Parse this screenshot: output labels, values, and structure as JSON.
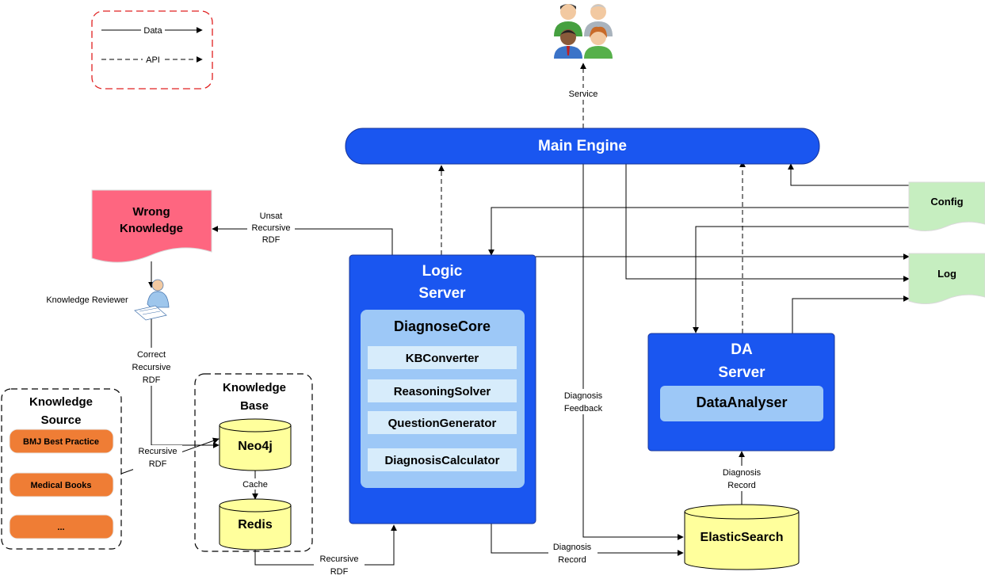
{
  "legend": {
    "data": "Data",
    "api": "API"
  },
  "users_icon": "users-group-icon",
  "service_label": "Service",
  "main_engine": "Main Engine",
  "wrong_knowledge": {
    "line1": "Wrong",
    "line2": "Knowledge"
  },
  "unsat_label": {
    "line1": "Unsat",
    "line2": "Recursive",
    "line3": "RDF"
  },
  "reviewer_label": "Knowledge Reviewer",
  "reviewer_icon": "reviewer-icon",
  "correct_label": {
    "line1": "Correct",
    "line2": "Recursive",
    "line3": "RDF"
  },
  "logic_server": {
    "title1": "Logic",
    "title2": "Server",
    "core": "DiagnoseCore",
    "modules": [
      "KBConverter",
      "ReasoningSolver",
      "QuestionGenerator",
      "DiagnosisCalculator"
    ]
  },
  "config": "Config",
  "log": "Log",
  "da_server": {
    "title1": "DA",
    "title2": "Server",
    "analyser": "DataAnalyser"
  },
  "diagnosis_feedback": {
    "line1": "Diagnosis",
    "line2": "Feedback"
  },
  "diagnosis_record_top": {
    "line1": "Diagnosis",
    "line2": "Record"
  },
  "diagnosis_record_bottom": {
    "line1": "Diagnosis",
    "line2": "Record"
  },
  "elasticsearch": "ElasticSearch",
  "knowledge_source": {
    "title1": "Knowledge",
    "title2": "Source",
    "items": [
      "BMJ Best Practice",
      "Medical Books",
      "..."
    ]
  },
  "knowledge_base": {
    "title1": "Knowledge",
    "title2": "Base"
  },
  "neo4j": "Neo4j",
  "cache_label": "Cache",
  "redis": "Redis",
  "recursive_rdf_left": {
    "line1": "Recursive",
    "line2": "RDF"
  },
  "recursive_rdf_bottom": {
    "line1": "Recursive",
    "line2": "RDF"
  },
  "colors": {
    "blue": "#1a56f0",
    "light_blue": "#9dc8f7",
    "pale_blue": "#d7ecfb",
    "green": "#c6eec0",
    "pink": "#fe6680",
    "orange": "#ef7d35",
    "yellow": "#ffff9c"
  }
}
